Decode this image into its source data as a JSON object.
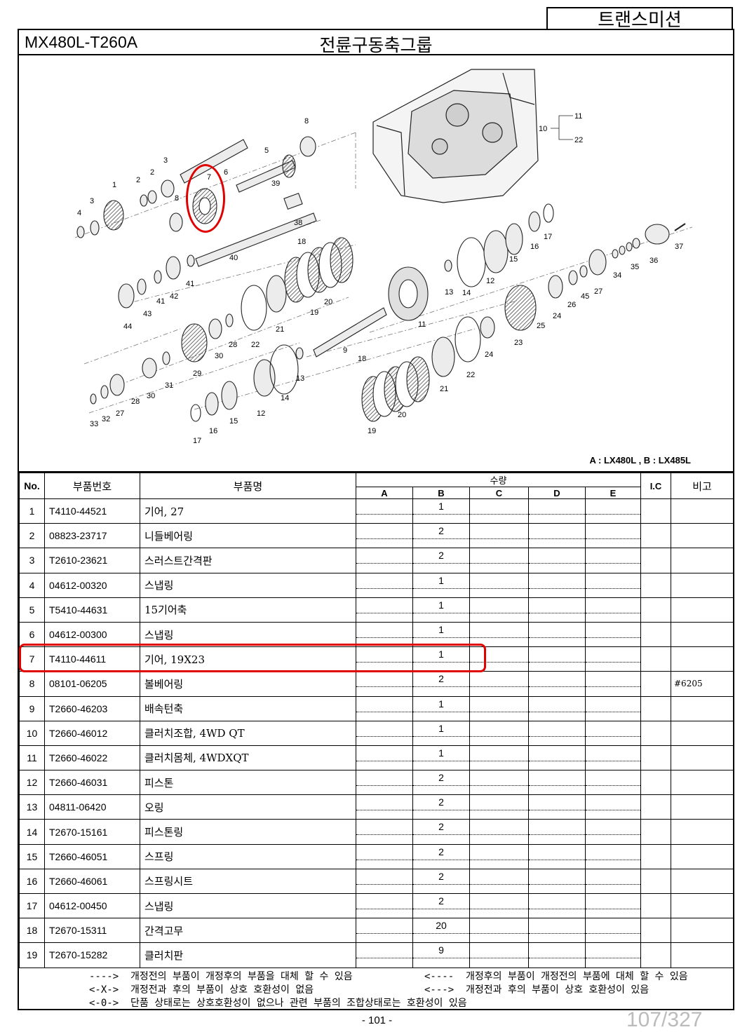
{
  "section": "트랜스미션",
  "model": "MX480L-T260A",
  "group_title": "전륜구동축그룹",
  "variant_note": "A : LX480L , B : LX485L",
  "table": {
    "headers": {
      "no": "No.",
      "part_number": "부품번호",
      "part_name": "부품명",
      "quantity": "수량",
      "qty_cols": [
        "A",
        "B",
        "C",
        "D",
        "E"
      ],
      "ic": "I.C",
      "remark": "비고"
    },
    "rows": [
      {
        "no": "1",
        "pn": "T4110-44521",
        "name": "기어, 27",
        "b": "1",
        "note": ""
      },
      {
        "no": "2",
        "pn": "08823-23717",
        "name": "니들베어링",
        "b": "2",
        "note": ""
      },
      {
        "no": "3",
        "pn": "T2610-23621",
        "name": "스러스트간격판",
        "b": "2",
        "note": ""
      },
      {
        "no": "4",
        "pn": "04612-00320",
        "name": "스냅링",
        "b": "1",
        "note": ""
      },
      {
        "no": "5",
        "pn": "T5410-44631",
        "name": "15기어축",
        "b": "1",
        "note": ""
      },
      {
        "no": "6",
        "pn": "04612-00300",
        "name": "스냅링",
        "b": "1",
        "note": ""
      },
      {
        "no": "7",
        "pn": "T4110-44611",
        "name": "기어, 19X23",
        "b": "1",
        "note": ""
      },
      {
        "no": "8",
        "pn": "08101-06205",
        "name": "볼베어링",
        "b": "2",
        "note": "#6205"
      },
      {
        "no": "9",
        "pn": "T2660-46203",
        "name": "배속턴축",
        "b": "1",
        "note": ""
      },
      {
        "no": "10",
        "pn": "T2660-46012",
        "name": "클러치조합, 4WD QT",
        "b": "1",
        "note": ""
      },
      {
        "no": "11",
        "pn": "T2660-46022",
        "name": "클러치몸체, 4WDXQT",
        "b": "1",
        "note": ""
      },
      {
        "no": "12",
        "pn": "T2660-46031",
        "name": "피스톤",
        "b": "2",
        "note": ""
      },
      {
        "no": "13",
        "pn": "04811-06420",
        "name": "오링",
        "b": "2",
        "note": ""
      },
      {
        "no": "14",
        "pn": "T2670-15161",
        "name": "피스톤링",
        "b": "2",
        "note": ""
      },
      {
        "no": "15",
        "pn": "T2660-46051",
        "name": "스프링",
        "b": "2",
        "note": ""
      },
      {
        "no": "16",
        "pn": "T2660-46061",
        "name": "스프링시트",
        "b": "2",
        "note": ""
      },
      {
        "no": "17",
        "pn": "04612-00450",
        "name": "스냅링",
        "b": "2",
        "note": ""
      },
      {
        "no": "18",
        "pn": "T2670-15311",
        "name": "간격고무",
        "b": "20",
        "note": ""
      },
      {
        "no": "19",
        "pn": "T2670-15282",
        "name": "클러치판",
        "b": "9",
        "note": ""
      }
    ]
  },
  "legend": {
    "l1": "---->  개정전의 부품이 개정후의 부품을 대체 할 수 있음",
    "r1": "<----  개정후의 부품이 개정전의 부품에 대체 할 수 있음",
    "l2": "<-X->  개정전과 후의 부품이 상호 호환성이 없음",
    "r2": "<--->  개정전과 후의 부품이 상호 호환성이 있음",
    "l3": "<-0->  단품 상태로는 상호호환성이 없으나 관련 부품의 조합상태로는 호환성이 있음"
  },
  "page_number": "- 101 -",
  "page_count": "107/327",
  "callouts": [
    {
      "t": "8"
    },
    {
      "t": "5"
    },
    {
      "t": "3"
    },
    {
      "t": "2"
    },
    {
      "t": "2"
    },
    {
      "t": "7"
    },
    {
      "t": "6"
    },
    {
      "t": "1"
    },
    {
      "t": "3"
    },
    {
      "t": "8"
    },
    {
      "t": "39"
    },
    {
      "t": "4"
    },
    {
      "t": "38"
    },
    {
      "t": "40"
    },
    {
      "t": "18"
    },
    {
      "t": "41"
    },
    {
      "t": "42"
    },
    {
      "t": "41"
    },
    {
      "t": "43"
    },
    {
      "t": "44"
    },
    {
      "t": "20"
    },
    {
      "t": "19"
    },
    {
      "t": "21"
    },
    {
      "t": "28"
    },
    {
      "t": "22"
    },
    {
      "t": "30"
    },
    {
      "t": "29"
    },
    {
      "t": "31"
    },
    {
      "t": "30"
    },
    {
      "t": "28"
    },
    {
      "t": "27"
    },
    {
      "t": "32"
    },
    {
      "t": "33"
    },
    {
      "t": "13"
    },
    {
      "t": "14"
    },
    {
      "t": "12"
    },
    {
      "t": "15"
    },
    {
      "t": "16"
    },
    {
      "t": "17"
    },
    {
      "t": "9"
    },
    {
      "t": "11"
    },
    {
      "t": "13"
    },
    {
      "t": "14"
    },
    {
      "t": "12"
    },
    {
      "t": "15"
    },
    {
      "t": "16"
    },
    {
      "t": "17"
    },
    {
      "t": "10"
    },
    {
      "t": "11"
    },
    {
      "t": "22"
    },
    {
      "t": "37"
    },
    {
      "t": "36"
    },
    {
      "t": "35"
    },
    {
      "t": "34"
    },
    {
      "t": "45"
    },
    {
      "t": "27"
    },
    {
      "t": "26"
    },
    {
      "t": "24"
    },
    {
      "t": "25"
    },
    {
      "t": "23"
    },
    {
      "t": "24"
    },
    {
      "t": "22"
    },
    {
      "t": "21"
    },
    {
      "t": "18"
    },
    {
      "t": "20"
    },
    {
      "t": "19"
    }
  ]
}
